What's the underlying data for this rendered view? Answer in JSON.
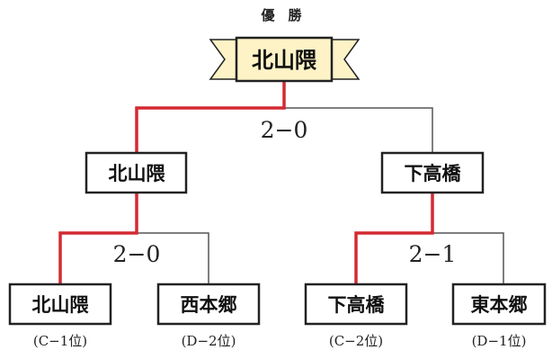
{
  "title": "優　勝",
  "champion": {
    "name": "北山隈"
  },
  "final": {
    "score": "2−0",
    "left_team": "北山隈",
    "right_team": "下高橋"
  },
  "semifinals": [
    {
      "score": "2−0",
      "teams": [
        {
          "name": "北山隈",
          "rank": "(C−1位)"
        },
        {
          "name": "西本郷",
          "rank": "(D−2位)"
        }
      ]
    },
    {
      "score": "2−1",
      "teams": [
        {
          "name": "下高橋",
          "rank": "(C−2位)"
        },
        {
          "name": "東本郷",
          "rank": "(D−1位)"
        }
      ]
    }
  ],
  "colors": {
    "winner_path": "#d42a33",
    "bracket_line": "#555555",
    "champion_ribbon": "#fdf3c6"
  }
}
